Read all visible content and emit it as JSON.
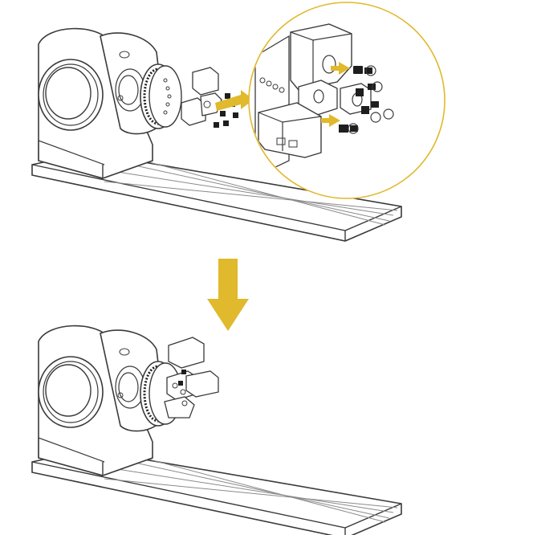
{
  "colors": {
    "line": "#3a3a3a",
    "light_line": "#8a8a8a",
    "fill": "#ffffff",
    "accent": "#e0b92c",
    "dark": "#1e1e1e"
  },
  "steps": [
    {
      "name": "step-1-attach-jaws",
      "screws": 6,
      "callout": true
    },
    {
      "name": "step-2-assembled",
      "screws": 0,
      "callout": false
    }
  ],
  "icons": {
    "transition_arrow": "down-arrow-icon",
    "insert_arrow": "right-arrow-icon"
  }
}
